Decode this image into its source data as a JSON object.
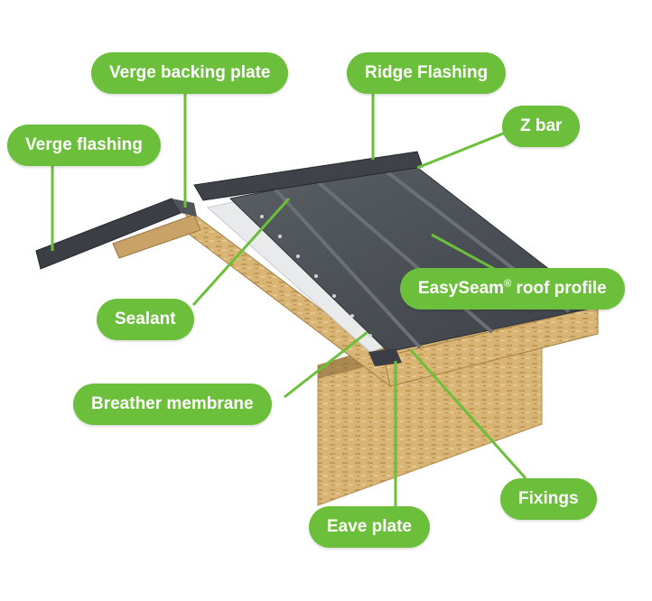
{
  "labels": {
    "verge_backing_plate": "Verge backing plate",
    "ridge_flashing": "Ridge Flashing",
    "verge_flashing": "Verge flashing",
    "z_bar": "Z bar",
    "easyseam_name": "EasySeam",
    "easyseam_mark": "®",
    "easyseam_suffix": " roof profile",
    "sealant": "Sealant",
    "breather_membrane": "Breather membrane",
    "fixings": "Fixings",
    "eave_plate": "Eave plate"
  },
  "colors": {
    "label_fill": "#6cbf3a",
    "leader_line": "#6cbf3a",
    "roof_panel": "#4a4f56",
    "osb_board": "#d9b77a",
    "membrane": "#e8eaec"
  }
}
